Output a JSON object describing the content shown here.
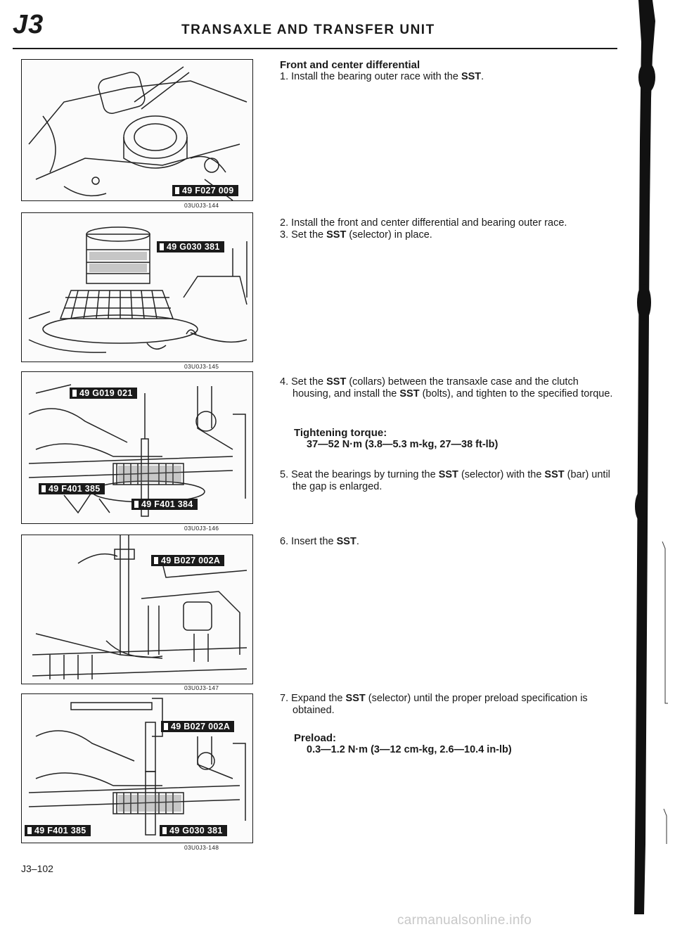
{
  "header": {
    "section_code": "J3",
    "title": "TRANSAXLE AND TRANSFER UNIT"
  },
  "figures": [
    {
      "code": "03U0J3-144",
      "tool_labels": [
        "49 F027 009"
      ]
    },
    {
      "code": "03U0J3-145",
      "tool_labels": [
        "49 G030 381"
      ]
    },
    {
      "code": "03U0J3-146",
      "tool_labels": [
        "49 G019 021",
        "49 F401 385",
        "49 F401 384"
      ]
    },
    {
      "code": "03U0J3-147",
      "tool_labels": [
        "49 B027 002A"
      ]
    },
    {
      "code": "03U0J3-148",
      "tool_labels": [
        "49 B027 002A",
        "49 F401 385",
        "49 G030 381"
      ]
    }
  ],
  "content": {
    "heading": "Front and center differential",
    "step1": {
      "num": "1.",
      "a": "Install the bearing outer race with the ",
      "b": "SST",
      "c": "."
    },
    "step2": {
      "num": "2.",
      "text": "Install the front and center differential and bearing outer race."
    },
    "step3": {
      "num": "3.",
      "a": "Set the ",
      "b": "SST",
      "c": " (selector) in place."
    },
    "step4": {
      "num": "4.",
      "a": "Set the ",
      "b": "SST",
      "c": " (collars) between the transaxle case and the clutch housing, and install the ",
      "d": "SST",
      "e": " (bolts), and tighten to the specified torque."
    },
    "torque_label": "Tightening torque:",
    "torque_value": "37—52 N·m (3.8—5.3 m-kg, 27—38 ft-lb)",
    "step5": {
      "num": "5.",
      "a": "Seat the bearings by turning the ",
      "b": "SST",
      "c": " (selector) with the ",
      "d": "SST",
      "e": " (bar) until the gap is enlarged."
    },
    "step6": {
      "num": "6.",
      "a": "Insert the ",
      "b": "SST",
      "c": "."
    },
    "step7": {
      "num": "7.",
      "a": "Expand the ",
      "b": "SST",
      "c": " (selector) until the proper preload specification is obtained."
    },
    "preload_label": "Preload:",
    "preload_value": "0.3—1.2 N·m (3—12 cm-kg, 2.6—10.4 in-lb)"
  },
  "footer": {
    "page_number": "J3–102",
    "watermark": "carmanualsonline.info"
  }
}
